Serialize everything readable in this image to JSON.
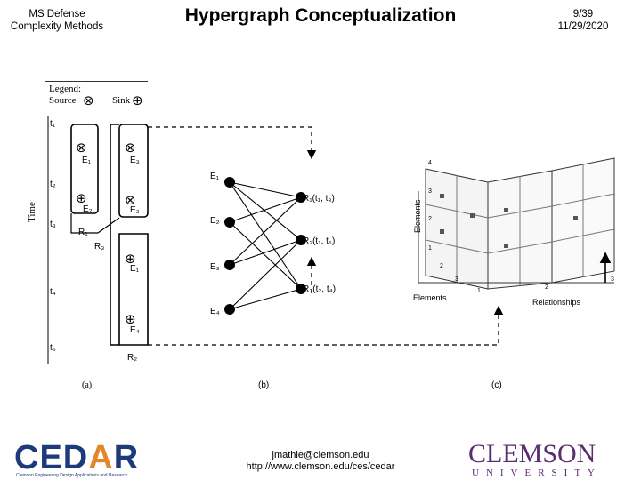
{
  "header": {
    "left_line1": "MS Defense",
    "left_line2": "Complexity Methods",
    "title": "Hypergraph Conceptualization",
    "slide_number": "9/39",
    "date": "11/29/2020"
  },
  "legend": {
    "title": "Legend:",
    "source_label": "Source",
    "sink_label": "Sink"
  },
  "panel_a": {
    "caption": "(a)",
    "axis_label": "Time",
    "times": [
      "t₁",
      "t₂",
      "t₃",
      "t₄",
      "t₅"
    ],
    "nodes": {
      "e1_top": "E₁",
      "e3_top": "E₃",
      "e2": "E₂",
      "e3_mid": "E₃",
      "e1_mid": "E₁",
      "e4": "E₄"
    },
    "relations": {
      "r1": "R₁",
      "r3": "R₃",
      "r2": "R₂"
    }
  },
  "panel_b": {
    "caption": "(b)",
    "entities": [
      "E₁",
      "E₂",
      "E₃",
      "E₄"
    ],
    "relations": [
      "R₁(t₁, t₃)",
      "R₂(t₁, t₅)",
      "R₃(t₂, t₄)"
    ]
  },
  "panel_c": {
    "caption": "(c)",
    "axis_y": "Elements",
    "axis_x": "Elements",
    "axis_z": "Relationships",
    "ticks_y": [
      "4",
      "3",
      "2",
      "1"
    ],
    "ticks_x": [
      "2",
      "3"
    ],
    "ticks_z": [
      "1",
      "2",
      "3"
    ]
  },
  "footer": {
    "email": "jmathie@clemson.edu",
    "url": "http://www.clemson.edu/ces/cedar",
    "cedar_word_left": "CED",
    "cedar_word_a": "A",
    "cedar_word_right": "R",
    "cedar_sub": "Clemson Engineering Design Applications and Research",
    "clemson_word": "CLEMSON",
    "clemson_sub": "UNIVERSITY"
  },
  "colors": {
    "cedar_blue": "#1d3a7a",
    "cedar_orange": "#e2862a",
    "clemson_purple": "#5a2d6e"
  }
}
